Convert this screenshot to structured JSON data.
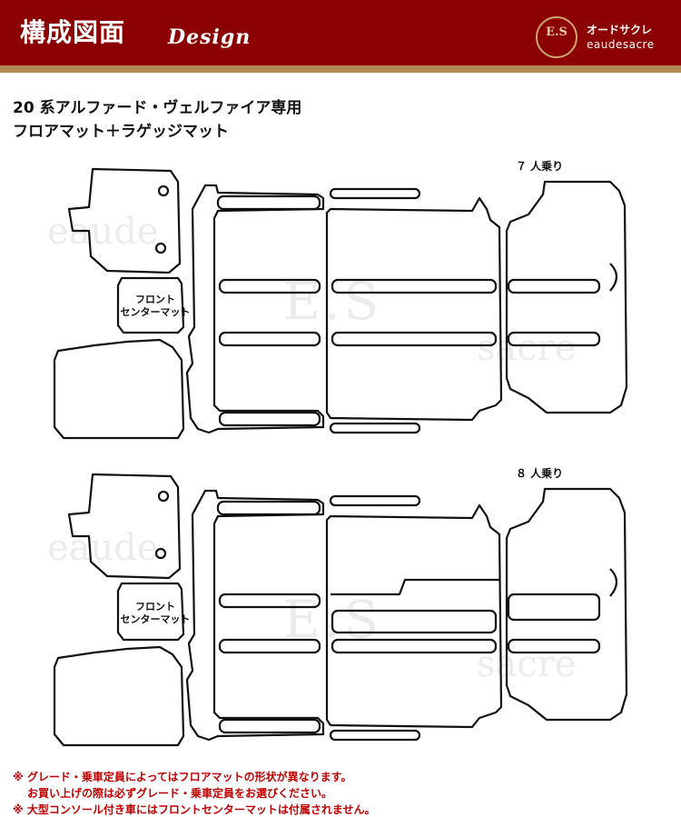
{
  "header": {
    "title": "構成図面",
    "subtitle": "Design",
    "logo_mark": "E.S",
    "brand_jp": "オードサクレ",
    "brand_en": "eaudesacre"
  },
  "product": {
    "line1": "20 系アルファード・ヴェルファイア専用",
    "line2": "フロアマット＋ラゲッジマット"
  },
  "diagrams": [
    {
      "seat_label": "７ 人乗り",
      "center_label_line1": "フロント",
      "center_label_line2": "センターマット"
    },
    {
      "seat_label": "８ 人乗り",
      "center_label_line1": "フロント",
      "center_label_line2": "センターマット"
    }
  ],
  "watermark": {
    "left_text": "eaude",
    "right_text": "sacre",
    "center_text": "E.S"
  },
  "notes": [
    "※ グレード・乗車定員によってはフロアマットの形状が異なります。",
    "お買い上げの際は必ずグレード・乗車定員をお選びください。",
    "※ 大型コンソール付き車にはフロントセンターマットは付属されません。"
  ],
  "colors": {
    "header_bg": "#8b0000",
    "stripe": "#b08a52",
    "note": "#c00000"
  }
}
